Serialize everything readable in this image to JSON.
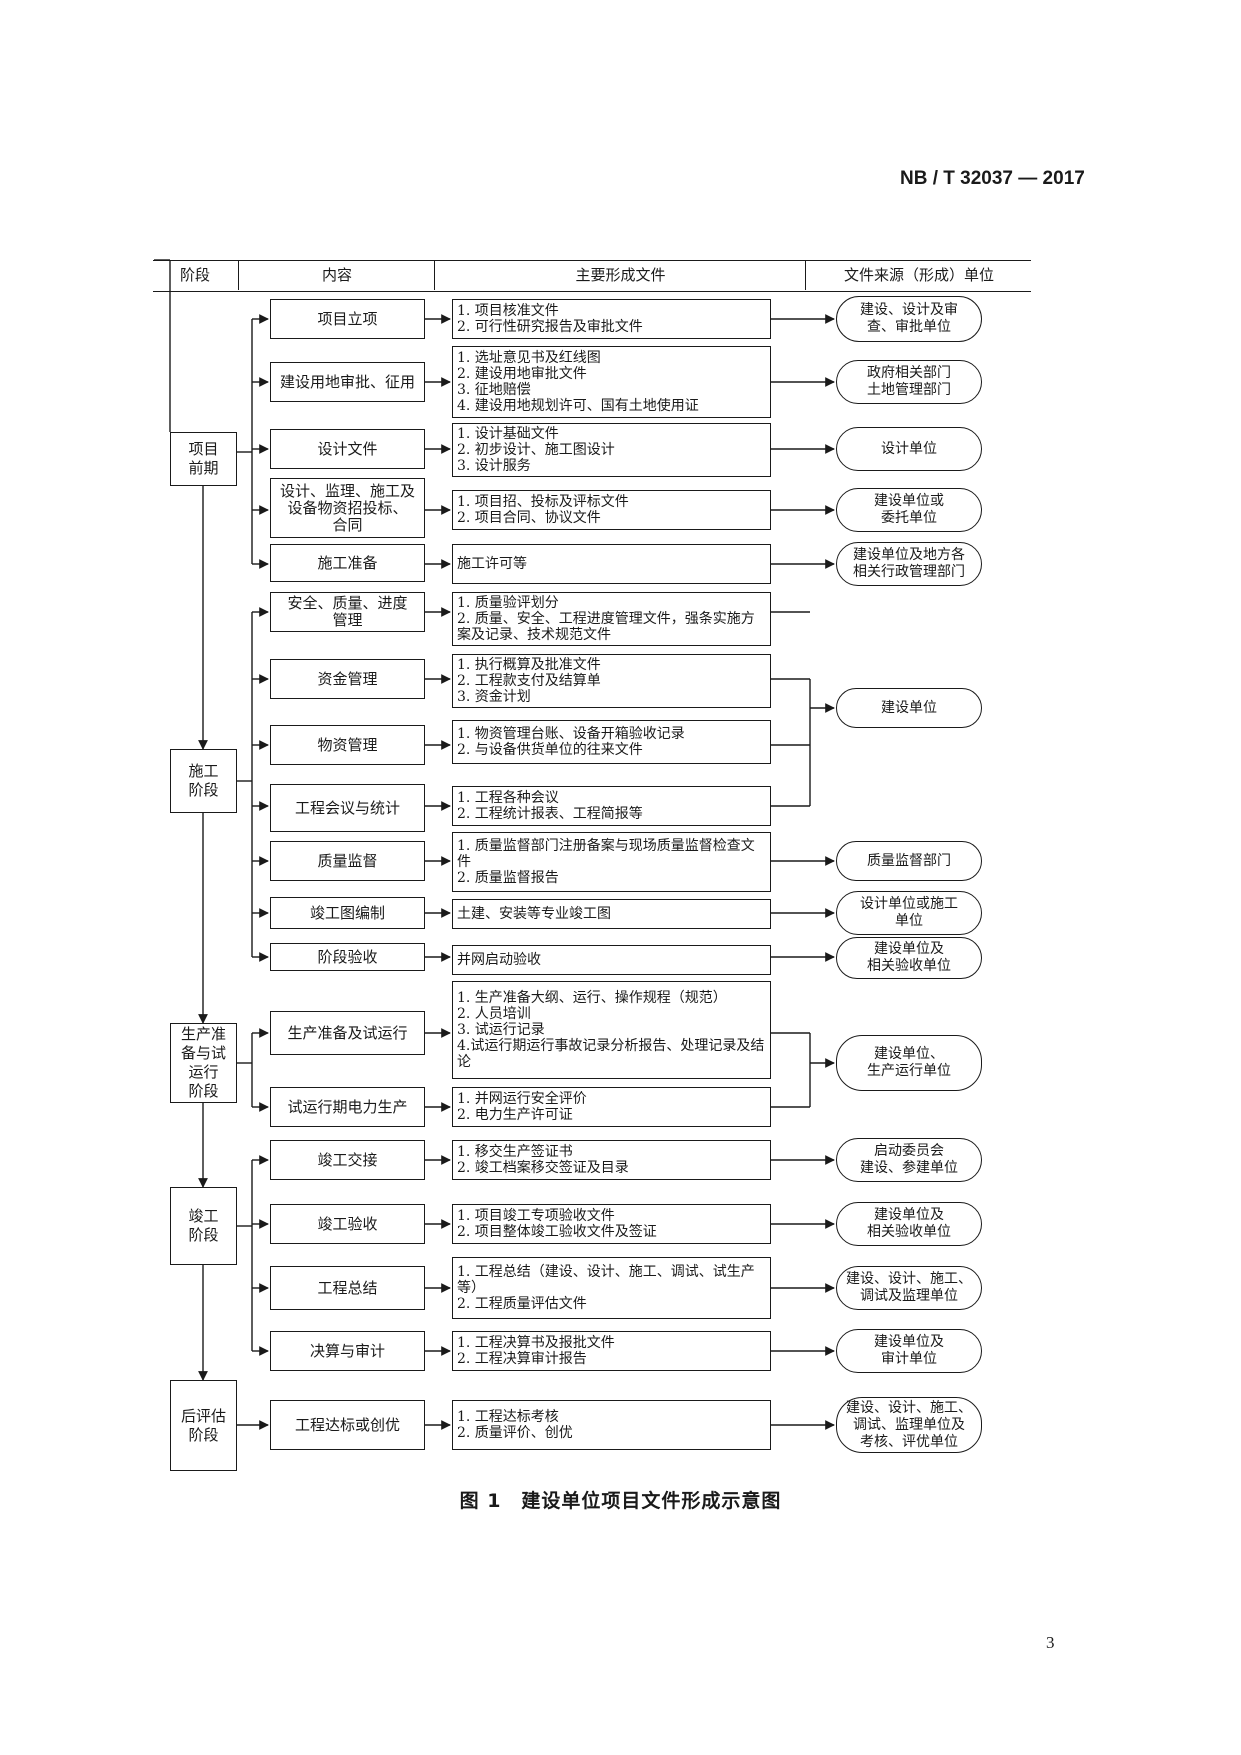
{
  "header": {
    "standard_no": "NB / T 32037 — 2017"
  },
  "table_header": [
    "阶段",
    "内容",
    "主要形成文件",
    "文件来源（形成）单位"
  ],
  "stages": [
    "项目\n前期",
    "施工\n阶段",
    "生产准\n备与试\n运行\n阶段",
    "竣工\n阶段",
    "后评估\n阶段"
  ],
  "contents": [
    "项目立项",
    "建设用地审批、征用",
    "设计文件",
    "设计、监理、施工及\n设备物资招投标、\n合同",
    "施工准备",
    "安全、质量、进度\n管理",
    "资金管理",
    "物资管理",
    "工程会议与统计",
    "质量监督",
    "竣工图编制",
    "阶段验收",
    "生产准备及试运行",
    "试运行期电力生产",
    "竣工交接",
    "竣工验收",
    "工程总结",
    "决算与审计",
    "工程达标或创优"
  ],
  "files": [
    [
      "1. 项目核准文件",
      "2. 可行性研究报告及审批文件"
    ],
    [
      "1. 选址意见书及红线图",
      "2. 建设用地审批文件",
      "3. 征地赔偿",
      "4. 建设用地规划许可、国有土地使用证"
    ],
    [
      "1. 设计基础文件",
      "2. 初步设计、施工图设计",
      "3. 设计服务"
    ],
    [
      "1. 项目招、投标及评标文件",
      "2. 项目合同、协议文件"
    ],
    [
      "施工许可等"
    ],
    [
      "1. 质量验评划分",
      "2. 质量、安全、工程进度管理文件，强条实施方案及记录、技术规范文件"
    ],
    [
      "1. 执行概算及批准文件",
      "2. 工程款支付及结算单",
      "3. 资金计划"
    ],
    [
      "1. 物资管理台账、设备开箱验收记录",
      "2. 与设备供货单位的往来文件"
    ],
    [
      "1. 工程各种会议",
      "2. 工程统计报表、工程简报等"
    ],
    [
      "1. 质量监督部门注册备案与现场质量监督检查文件",
      "2. 质量监督报告"
    ],
    [
      "土建、安装等专业竣工图"
    ],
    [
      "并网启动验收"
    ],
    [
      "1. 生产准备大纲、运行、操作规程（规范）",
      "2. 人员培训",
      "3. 试运行记录",
      "4.试运行期运行事故记录分析报告、处理记录及结论"
    ],
    [
      "1. 并网运行安全评价",
      "2. 电力生产许可证"
    ],
    [
      "1. 移交生产签证书",
      "2. 竣工档案移交签证及目录"
    ],
    [
      "1. 项目竣工专项验收文件",
      "2. 项目整体竣工验收文件及签证"
    ],
    [
      "1. 工程总结（建设、设计、施工、调试、试生产等）",
      "2. 工程质量评估文件"
    ],
    [
      "1. 工程决算书及报批文件",
      "2. 工程决算审计报告"
    ],
    [
      "1. 工程达标考核",
      "2. 质量评价、创优"
    ]
  ],
  "origins": [
    "建设、设计及审\n查、审批单位",
    "政府相关部门\n土地管理部门",
    "设计单位",
    "建设单位或\n委托单位",
    "建设单位及地方各\n相关行政管理部门",
    "建设单位",
    "质量监督部门",
    "设计单位或施工\n单位",
    "建设单位及\n相关验收单位",
    "建设单位、\n生产运行单位",
    "启动委员会\n建设、参建单位",
    "建设单位及\n相关验收单位",
    "建设、设计、施工、\n调试及监理单位",
    "建设单位及\n审计单位",
    "建设、设计、施工、\n调试、监理单位及\n考核、评优单位"
  ],
  "caption": "图 1　建设单位项目文件形成示意图",
  "page_number": "3"
}
